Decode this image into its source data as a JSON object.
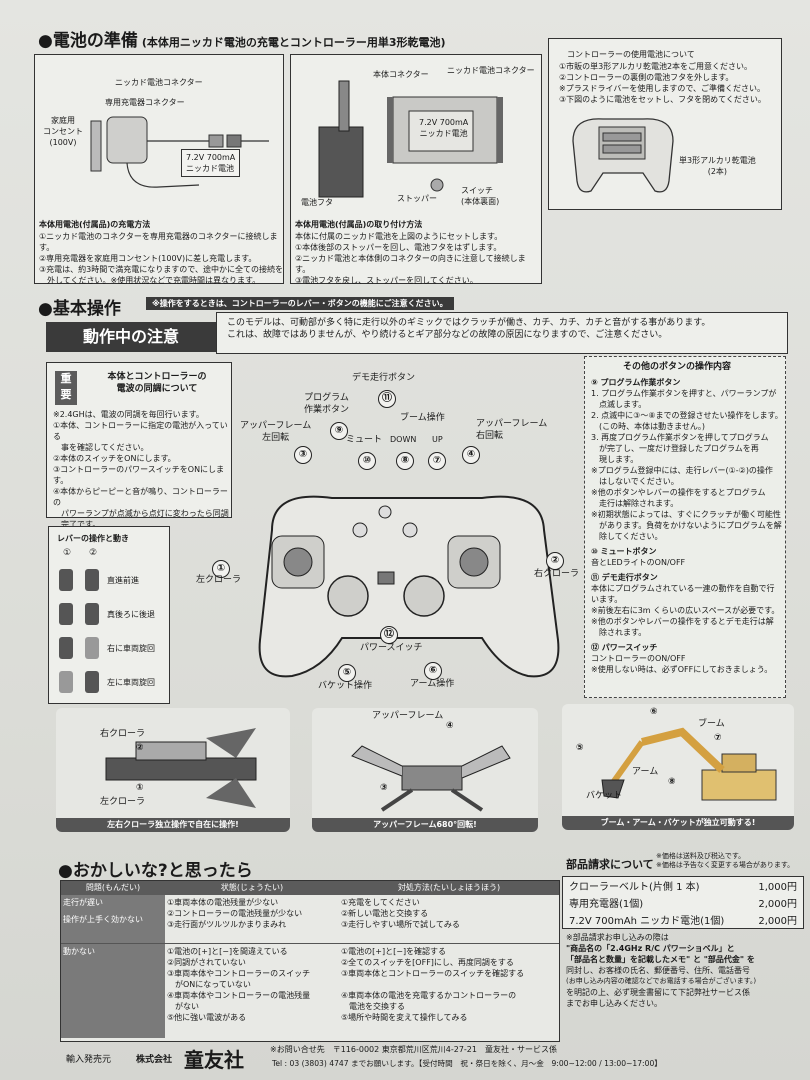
{
  "battery": {
    "title": "●電池の準備",
    "subtitle": "(本体用ニッカド電池の充電とコントローラー用単3形乾電池)",
    "box1": {
      "nicad_connector": "ニッカド電池コネクター",
      "charger_connector": "専用充電器コネクター",
      "outlet": [
        "家庭用",
        "コンセント",
        "(100V)"
      ],
      "battery_label": [
        "7.2V 700mA",
        "ニッカド電池"
      ],
      "howto_title": "本体用電池(付属品)の充電方法",
      "howto": [
        "①ニッカド電池のコネクターを専用充電器のコネクターに接続します。",
        "②専用充電器を家庭用コンセント(100V)に差し充電します。",
        "③充電は、約3時間で満充電になりますので、途中かに全ての接続を",
        "　外してください。※使用状況などで充電時間は異なります。"
      ]
    },
    "box2": {
      "body_connector": "本体コネクター",
      "nicad_connector": "ニッカド電池コネクター",
      "battery_label": [
        "7.2V 700mA",
        "ニッカド電池"
      ],
      "battery_cover": "電池フタ",
      "stopper": "ストッパー",
      "switch": [
        "スイッチ",
        "(本体裏面)"
      ],
      "howto_title": "本体用電池(付属品)の取り付け方法",
      "howto": [
        "本体に付属のニッカド電池を上図のようにセットします。",
        "①本体後部のストッパーを回し、電池フタをはずします。",
        "②ニッカド電池と本体側のコネクターの向きに注意して接続します。",
        "③電池フタを戻し、ストッパーを回してください。"
      ]
    },
    "box3": {
      "title": "コントローラーの使用電池について",
      "steps": [
        "①市販の単3形アルカリ乾電池2本をご用意ください。",
        "②コントローラーの裏側の電池フタを外します。",
        "※プラスドライバーを使用しますので、ご準備ください。",
        "③下図のように電池をセットし、フタを閉めてください。"
      ],
      "aa_label": [
        "単3形アルカリ乾電池",
        "(2本)"
      ]
    }
  },
  "basic": {
    "title": "●基本操作",
    "note": "※操作をするときは、コントローラーのレバー・ボタンの機能にご注意ください。",
    "caution_title": "動作中の注意",
    "caution_text": [
      "このモデルは、可動部が多く特に走行以外のギミックではクラッチが働き、カチ、カチ、カチと音がする事があります。",
      "これは、故障ではありませんが、やり続けるとギア部分などの故障の原因になりますので、ご注意ください。"
    ],
    "sync": {
      "badge": [
        "重",
        "要"
      ],
      "title": [
        "本体とコントローラーの",
        "電波の同調について"
      ],
      "lines": [
        "※2.4GHは、電波の同調を毎回行います。",
        "①本体、コントローラーに指定の電池が入っている",
        "　事を確認してください。",
        "②本体のスイッチをONにします。",
        "③コントローラーのパワースイッチをONにします。",
        "④本体からピーピーと音が鳴り、コントローラーの",
        "　パワーランプが点滅から点灯に変わったら同調",
        "　完了です。"
      ]
    },
    "lever": {
      "title": "レバーの操作と動き",
      "cols": [
        "①",
        "②"
      ],
      "rows": [
        "直進前進",
        "真後ろに後退",
        "右に車両旋回",
        "左に車両旋回"
      ]
    },
    "controller": {
      "demo": "デモ走行ボタン",
      "program": [
        "プログラム",
        "作業ボタン"
      ],
      "boom": "ブーム操作",
      "down": "DOWN",
      "up": "UP",
      "upper_left": [
        "アッパーフレーム",
        "左回転"
      ],
      "upper_right": [
        "アッパーフレーム",
        "右回転"
      ],
      "mute": "ミュート",
      "left_crawler": "左クローラ",
      "right_crawler": "右クローラ",
      "power_switch": "パワースイッチ",
      "bucket": "バケット操作",
      "arm": "アーム操作",
      "nums": [
        "①",
        "②",
        "③",
        "④",
        "⑤",
        "⑥",
        "⑦",
        "⑧",
        "⑨",
        "⑩",
        "⑪",
        "⑫"
      ]
    },
    "other": {
      "title": "その他のボタンの操作内容",
      "p9_title": "⑨ プログラム作業ボタン",
      "p9": [
        "1. プログラム作業ボタンを押すと、パワーランプが",
        "　点滅します。",
        "2. 点滅中に③～⑧までの登録させたい操作をします。",
        "　(この時、本体は動きません。)",
        "3. 再度プログラム作業ボタンを押してプログラム",
        "　が完了し、一度だけ登録したプログラムを再",
        "　現します。",
        "※プログラム登録中には、走行レバー(①-②)の操作",
        "　はしないでください。",
        "※他のボタンやレバーの操作をするとプログラム",
        "　走行は解除されます。",
        "※初期状態によっては、すぐにクラッチが働く可能性",
        "　があります。負荷をかけないようにプログラムを解",
        "　除してください。"
      ],
      "p10_title": "⑩ ミュートボタン",
      "p10": [
        "音とLEDライトのON/OFF"
      ],
      "p11_title": "⑪ デモ走行ボタン",
      "p11": [
        "本体にプログラムされている一連の動作を自動で行",
        "います。",
        "※前後左右に3m くらいの広いスペースが必要です。",
        "※他のボタンやレバーの操作をするとデモ走行は解",
        "　除されます。"
      ],
      "p12_title": "⑫ パワースイッチ",
      "p12": [
        "コントローラーのON/OFF",
        "※使用しない時は、必ずOFFにしておきましょう。"
      ]
    },
    "panel1": {
      "right": "右クローラ",
      "left": "左クローラ",
      "n2": "②",
      "n1": "①",
      "caption": "左右クローラ独立操作で自在に操作!"
    },
    "panel2": {
      "label": "アッパーフレーム",
      "n4": "④",
      "n3": "③",
      "caption": "アッパーフレーム680°回転!"
    },
    "panel3": {
      "boom": "ブーム",
      "arm": "アーム",
      "bucket": "バケット",
      "n5": "⑤",
      "n6": "⑥",
      "n7": "⑦",
      "n8": "⑧",
      "caption": "ブーム・アーム・バケットが独立可動する!"
    }
  },
  "trouble": {
    "title": "●おかしいな?と思ったら",
    "headers": [
      "問題(もんだい)",
      "状態(じょうたい)",
      "対処方法(たいしょほうほう)"
    ],
    "rows": [
      {
        "problem": [
          "走行が遅い",
          "操作が上手く効かない"
        ],
        "state": [
          "①車両本体の電池残量が少ない",
          "②コントローラーの電池残量が少ない",
          "③走行面がツルツルかまりまみれ"
        ],
        "fix": [
          "①充電をしてください",
          "②新しい電池と交換する",
          "③走行しやすい場所で試してみる"
        ]
      },
      {
        "problem": [
          "動かない"
        ],
        "state": [
          "①電池の[+]と[−]を間違えている",
          "②同調がされていない",
          "③車両本体やコントローラーのスイッチ",
          "　がONになっていない",
          "④車両本体やコントローラーの電池残量",
          "　がない",
          "⑤他に強い電波がある"
        ],
        "fix": [
          "①電池の[+]と[−]を確認する",
          "②全てのスイッチを[OFF]にし、再度同調をする",
          "③車両本体とコントローラーのスイッチを確認する",
          "",
          "④車両本体の電池を充電するかコントローラーの",
          "　電池を交換する",
          "⑤場所や時間を変えて操作してみる"
        ]
      }
    ]
  },
  "parts": {
    "title": "部品請求について",
    "note": [
      "※価格は送料及び税込です。",
      "※価格は予告なく変更する場合があります。"
    ],
    "items": [
      {
        "name": "クローラーベルト(片側 1 本)",
        "price": "1,000円"
      },
      {
        "name": "専用充電器(1個)",
        "price": "2,000円"
      },
      {
        "name": "7.2V 700mAh ニッカド電池(1個)",
        "price": "2,000円"
      }
    ],
    "req": [
      "※部品請求お申し込みの際は",
      "\"商品名の「2.4GHz R/C パワーショベル」と",
      "「部品名と数量」を記載したメモ\" と \"部品代金\" を",
      "同封し、お客様の氏名、郵便番号、住所、電話番号",
      "(お申し込み内容の確認などでお電話する場合がございます。)",
      "を明記の上、必ず現金書留にて下記弊社サービス係",
      "までお申し込みください。"
    ]
  },
  "footer": {
    "importer": "輸入発売元",
    "company_prefix": "株式会社",
    "company": "童友社",
    "contact1": "※お問い合せ先　〒116-0002 東京都荒川区荒川4-27-21　童友社・サービス係",
    "contact2": "Tel : 03 (3803) 4747 までお願いします。【受付時間　祝・祭日を除く、月～金　9:00~12:00 / 13:00~17:00】"
  }
}
